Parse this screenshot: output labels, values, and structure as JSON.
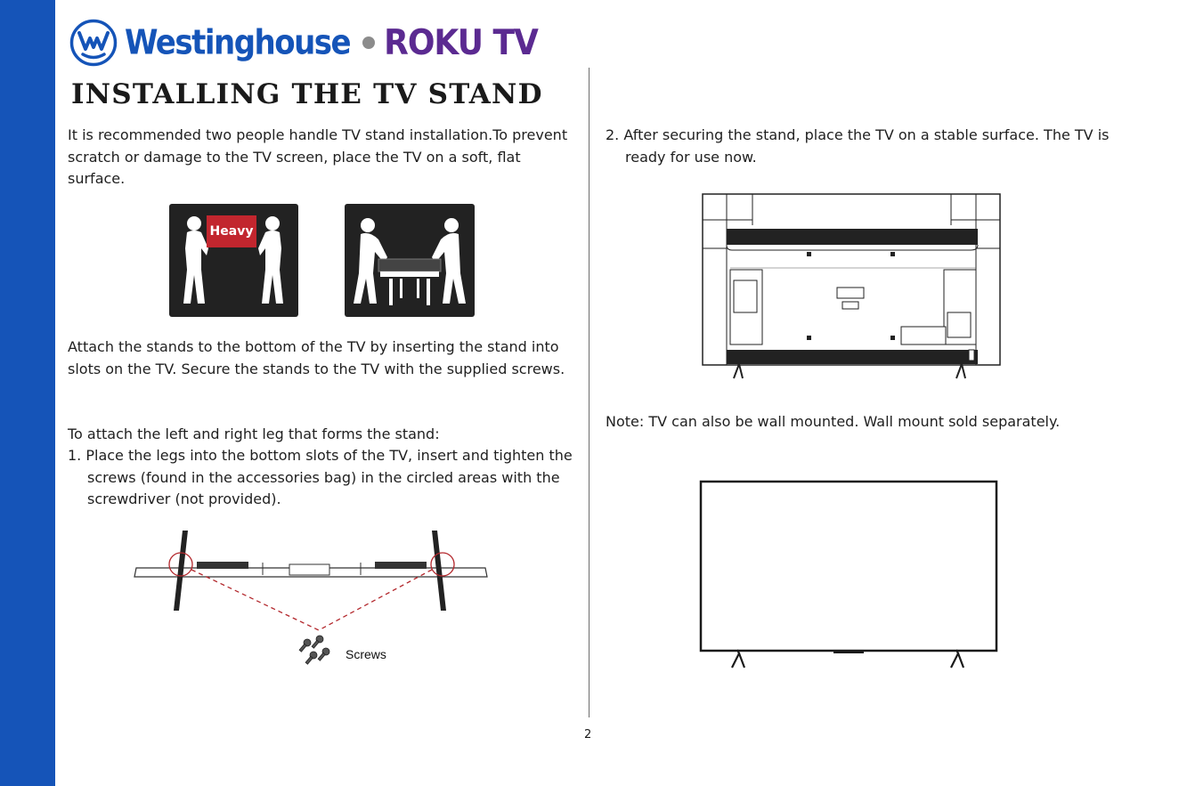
{
  "logo": {
    "brand": "Westinghouse",
    "partner": "ROKU TV",
    "icons": [
      "westinghouse-w-badge",
      "separator-dot"
    ],
    "colors": {
      "westinghouse_blue": "#1554b8",
      "roku_purple": "#5b2a91",
      "dot_grey": "#8c8c8c"
    }
  },
  "page": {
    "title": "INSTALLING THE TV STAND",
    "number": "2",
    "accent_color": "#1554b8"
  },
  "left": {
    "intro": "It is recommended two people handle TV stand installation.To prevent scratch or damage to the TV screen,  place the TV on a soft, flat surface.",
    "heavy_label": "Heavy",
    "heavy_color": "#c2262e",
    "attach": "Attach the stands to the bottom of the TV by inserting the stand into slots on the TV.  Secure the stands to the TV with the supplied screws.",
    "legs_heading": "To attach the left and right leg that forms the stand:",
    "step1": "1. Place the legs into the bottom slots of the TV, insert and tighten the screws (found in the accessories bag) in the circled areas with the screwdriver (not provided).",
    "screws_label": "Screws"
  },
  "right": {
    "step2": "2. After securing the stand, place the TV on a stable surface. The TV is ready for use now.",
    "note": "Note: TV can also be wall mounted. Wall mount sold separately."
  }
}
